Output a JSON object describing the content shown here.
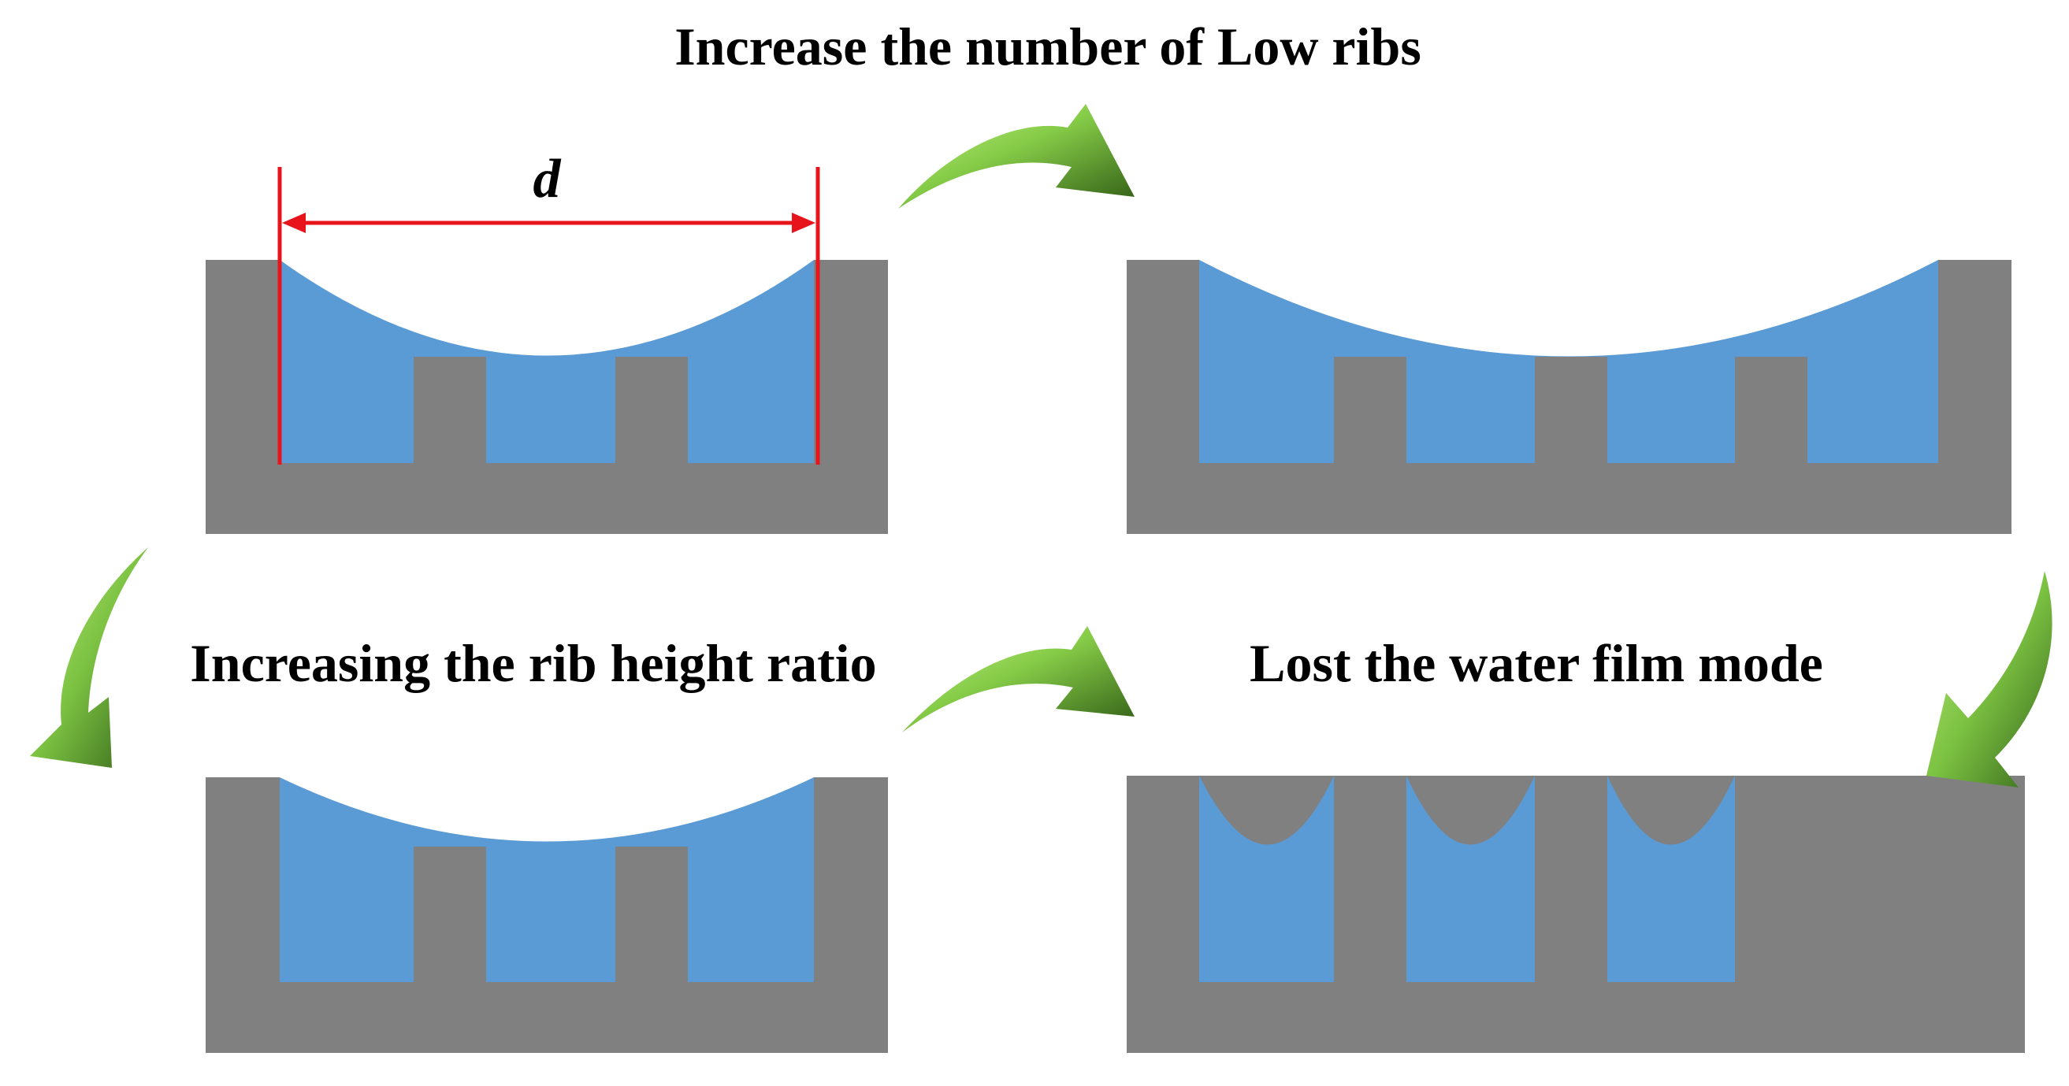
{
  "labels": {
    "increase_low_ribs": "Increase the number of Low ribs",
    "increase_rib_height": "Increasing the rib height ratio",
    "lost_water_film": "Lost the water film mode",
    "dimension_d": "d"
  },
  "colors": {
    "substrate": "#808080",
    "water": "#5B9BD5",
    "dimension_line": "#E8141B",
    "arrow_light": "#B6E879",
    "arrow_mid": "#7CC242",
    "arrow_dark": "#3C6B1C",
    "text": "#000000"
  },
  "panels": [
    {
      "name": "baseline",
      "low_ribs": 2
    },
    {
      "name": "more-low-ribs",
      "low_ribs": 3
    },
    {
      "name": "taller-ribs",
      "low_ribs": 2
    },
    {
      "name": "film-lost",
      "tall_ribs": 2
    }
  ]
}
